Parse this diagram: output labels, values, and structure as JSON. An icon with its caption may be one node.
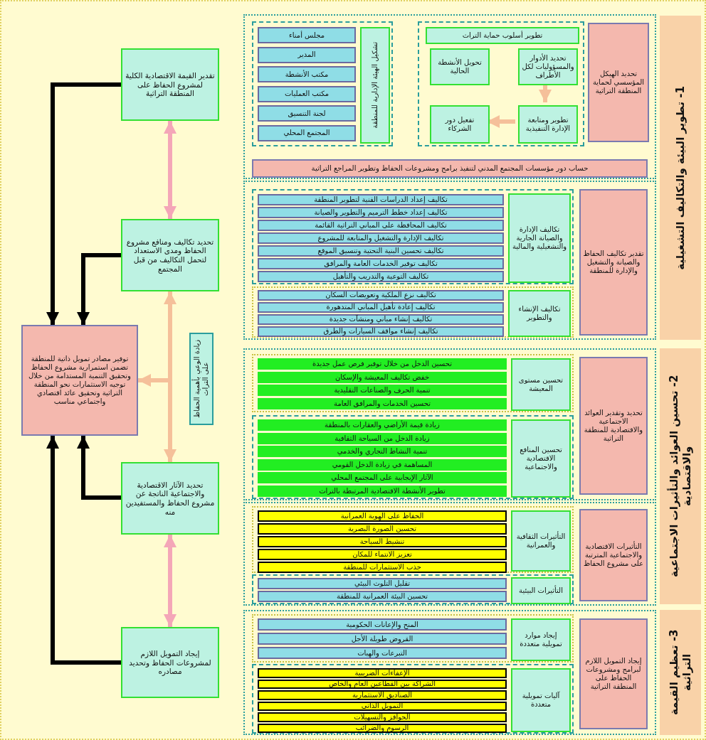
{
  "diagram": {
    "nodes": [
      {
        "text": [
          "1- تطوير البيئة والتكاليف التشغيلية"
        ]
      },
      {
        "text": [],
        "shape": "box"
      },
      {
        "text": [
          "تحديد الهيكل المؤسسي لحماية المنطقة التراثية"
        ],
        "in": 1
      },
      {
        "text": [],
        "shape": "box",
        "in": 1
      },
      {
        "text": [
          "تطوير أسلوب حماية التراث"
        ],
        "in": 3
      },
      {
        "text": [
          "تحديد الأدوار والمسؤوليات لكل الأطراف"
        ],
        "in": 3
      },
      {
        "text": [
          "تحويل الأنشطة الحالية"
        ],
        "in": 3
      },
      {
        "text": [
          "تطوير ومتابعة الإدارة التنفيذية"
        ],
        "in": 3
      },
      {
        "text": [
          "تفعيل دور الشركاء"
        ],
        "in": 3
      },
      {
        "text": [],
        "shape": "box",
        "in": 1
      },
      {
        "text": [
          "تشكيل الهيئة الإدارية للمنطقة"
        ],
        "in": 9
      },
      {
        "text": [
          "مجلس أمناء"
        ],
        "in": 9
      },
      {
        "text": [
          "المدير"
        ],
        "in": 9
      },
      {
        "text": [
          "مكتب الأنشطة"
        ],
        "in": 9
      },
      {
        "text": [
          "مكتب العمليات"
        ],
        "in": 9
      },
      {
        "text": [
          "لجنة التنسيق"
        ],
        "in": 9
      },
      {
        "text": [
          "المجتمع المحلي"
        ],
        "in": 9
      },
      {
        "text": [
          "حساب دور مؤسسات المجتمع المدني لتنفيذ برامج ومشروعات الحفاظ وتطوير المراجع التراثية"
        ],
        "in": 1
      },
      {
        "text": [],
        "shape": "box"
      },
      {
        "text": [
          "تقدير تكاليف الحفاظ والصيانة والتشغيل والإدارة للمنطقة"
        ],
        "in": 18
      },
      {
        "text": [],
        "shape": "box",
        "in": 18
      },
      {
        "text": [
          "تكاليف الإدارة والصيانة الجارية والتشغيلية والمالية"
        ],
        "in": 20
      },
      {
        "text": [
          "تكاليف إعداد الدراسات الفنية لتطوير المنطقة"
        ],
        "in": 20
      },
      {
        "text": [
          "تكاليف إعداد خطط الترميم والتطوير والصيانة"
        ],
        "in": 20
      },
      {
        "text": [
          "تكاليف المحافظة على المباني التراثية القائمة"
        ],
        "in": 20
      },
      {
        "text": [
          "تكاليف الإدارة والتشغيل والمتابعة للمشروع"
        ],
        "in": 20
      },
      {
        "text": [
          "تكاليف تحسين البنية التحتية وتنسيق الموقع"
        ],
        "in": 20
      },
      {
        "text": [
          "تكاليف توفير الخدمات العامة والمرافق"
        ],
        "in": 20
      },
      {
        "text": [
          "تكاليف التوعية والتدريب والتأهيل"
        ],
        "in": 20
      },
      {
        "text": [],
        "shape": "box",
        "in": 18
      },
      {
        "text": [
          "تكاليف الإنشاء والتطوير"
        ],
        "in": 29
      },
      {
        "text": [
          "تكاليف نزع الملكية وتعويضات السكان"
        ],
        "in": 29
      },
      {
        "text": [
          "تكاليف إعادة تأهيل المباني المتدهورة"
        ],
        "in": 29
      },
      {
        "text": [
          "تكاليف إنشاء مباني ومنشآت جديدة"
        ],
        "in": 29
      },
      {
        "text": [
          "تكاليف إنشاء مواقف السيارات والطرق"
        ],
        "in": 29
      },
      {
        "text": [
          "2- تحسين العوائد والتأثيرات الاجتماعية والاقتصادية"
        ]
      },
      {
        "text": [],
        "shape": "box"
      },
      {
        "text": [
          "تحديد وتقدير العوائد الاجتماعية والاقتصادية للمنطقة التراثية"
        ],
        "in": 36
      },
      {
        "text": [],
        "shape": "box",
        "in": 36
      },
      {
        "text": [
          "تحسين مستوى المعيشة"
        ],
        "in": 38
      },
      {
        "text": [
          "تحسين الدخل من خلال توفير فرص عمل جديدة"
        ],
        "in": 38
      },
      {
        "text": [
          "خفض تكاليف المعيشة والإسكان"
        ],
        "in": 38
      },
      {
        "text": [
          "تنمية الحرف والصناعات التقليدية"
        ],
        "in": 38
      },
      {
        "text": [
          "تحسين الخدمات والمرافق العامة"
        ],
        "in": 38
      },
      {
        "text": [],
        "shape": "box",
        "in": 36
      },
      {
        "text": [
          "تحسين المنافع الاقتصادية والاجتماعية"
        ],
        "in": 44
      },
      {
        "text": [
          "زيادة قيمة الأراضي والعقارات بالمنطقة"
        ],
        "in": 44
      },
      {
        "text": [
          "زيادة الدخل من السياحة الثقافية"
        ],
        "in": 44
      },
      {
        "text": [
          "تنمية النشاط التجاري والخدمي"
        ],
        "in": 44
      },
      {
        "text": [
          "المساهمة في زيادة الدخل القومي"
        ],
        "in": 44
      },
      {
        "text": [
          "الآثار الإيجابية على المجتمع المحلي"
        ],
        "in": 44
      },
      {
        "text": [
          "تطوير الأنشطة الاقتصادية المرتبطة بالتراث"
        ],
        "in": 44
      },
      {
        "text": [],
        "shape": "box"
      },
      {
        "text": [
          "التأثيرات الاقتصادية والاجتماعية المترتبة على مشروع الحفاظ"
        ],
        "in": 52
      },
      {
        "text": [],
        "shape": "box",
        "in": 52
      },
      {
        "text": [
          "التأثيرات الثقافية والعمرانية"
        ],
        "in": 54
      },
      {
        "text": [
          "الحفاظ على الهوية العمرانية"
        ],
        "in": 54
      },
      {
        "text": [
          "تحسين الصورة البصرية"
        ],
        "in": 54
      },
      {
        "text": [
          "تنشيط السياحة"
        ],
        "in": 54
      },
      {
        "text": [
          "تعزيز الانتماء للمكان"
        ],
        "in": 54
      },
      {
        "text": [
          "جذب الاستثمارات للمنطقة"
        ],
        "in": 54
      },
      {
        "text": [],
        "shape": "box",
        "in": 52
      },
      {
        "text": [
          "التأثيرات البيئية"
        ],
        "in": 61
      },
      {
        "text": [
          "تقليل التلوث البيئي"
        ],
        "in": 61
      },
      {
        "text": [
          "تحسين البيئة العمرانية للمنطقة"
        ],
        "in": 61
      },
      {
        "text": [
          "3- تعظيم القيمة التراثية"
        ]
      },
      {
        "text": [],
        "shape": "box"
      },
      {
        "text": [
          "إيجاد التمويل اللازم لبرامج ومشروعات الحفاظ على المنطقة التراثية"
        ],
        "in": 66
      },
      {
        "text": [],
        "shape": "box",
        "in": 66
      },
      {
        "text": [
          "إيجاد موارد تمويلية متعددة"
        ],
        "in": 68
      },
      {
        "text": [
          "المنح والإعانات الحكومية"
        ],
        "in": 68
      },
      {
        "text": [
          "القروض طويلة الأجل"
        ],
        "in": 68
      },
      {
        "text": [
          "التبرعات والهبات"
        ],
        "in": 68
      },
      {
        "text": [],
        "shape": "box",
        "in": 66
      },
      {
        "text": [
          "آليات تمويلية متعددة"
        ],
        "in": 73
      },
      {
        "text": [
          "الإعفاءات الضريبية"
        ],
        "in": 73
      },
      {
        "text": [
          "الشراكة بين القطاعين العام والخاص"
        ],
        "in": 73
      },
      {
        "text": [
          "الصناديق الاستثمارية"
        ],
        "in": 73
      },
      {
        "text": [
          "التمويل الذاتي"
        ],
        "in": 73
      },
      {
        "text": [
          "الحوافز والتسهيلات"
        ],
        "in": 73
      },
      {
        "text": [
          "الرسوم والضرائب"
        ],
        "in": 73
      },
      {
        "text": [
          "تقدير القيمة الاقتصادية الكلية لمشروع الحفاظ على المنطقة التراثية"
        ]
      },
      {
        "text": [
          "تحديد تكاليف ومنافع مشروع الحفاظ ومدى الاستعداد لتحمل التكاليف من قبل المجتمع"
        ]
      },
      {
        "text": [
          "تحديد الآثار الاقتصادية والاجتماعية الناتجة عن مشروع الحفاظ والمستفيدين منه"
        ]
      },
      {
        "text": [
          "إيجاد التمويل اللازم لمشروعات الحفاظ وتحديد مصادره"
        ]
      },
      {
        "text": [
          "زيادة الوعي بأهمية الحفاظ على التراث"
        ]
      },
      {
        "text": [
          "توفير مصادر تمويل ذاتية للمنطقة تضمن استمرارية مشروع الحفاظ وتحقيق التنمية المستدامة من خلال توجيه الاستثمارات نحو المنطقة التراثية وتحقيق عائد اقتصادي واجتماعي مناسب"
        ]
      }
    ],
    "edges": [
      {
        "from": 5,
        "to": 7,
        "arrow": "to",
        "color": "#f5c09a"
      },
      {
        "from": 7,
        "to": 8,
        "arrow": "to",
        "color": "#f5c09a"
      },
      {
        "from": 81,
        "to": 82,
        "arrow": "both",
        "color": "#f4a6b8"
      },
      {
        "from": 82,
        "to": 83,
        "arrow": "both",
        "color": "#f5c09a"
      },
      {
        "from": 83,
        "to": 84,
        "arrow": "both",
        "color": "#f4a6b8"
      },
      {
        "from": 81,
        "to": 86,
        "arrow": "to",
        "color": "#000000"
      },
      {
        "from": 82,
        "to": 86,
        "arrow": "to",
        "color": "#000000"
      },
      {
        "from": 83,
        "to": 86,
        "arrow": "to",
        "color": "#000000"
      },
      {
        "from": 84,
        "to": 86,
        "arrow": "to",
        "color": "#000000"
      },
      {
        "from": null,
        "to": 86,
        "arrow": "to",
        "color": "#f5c09a"
      }
    ]
  }
}
